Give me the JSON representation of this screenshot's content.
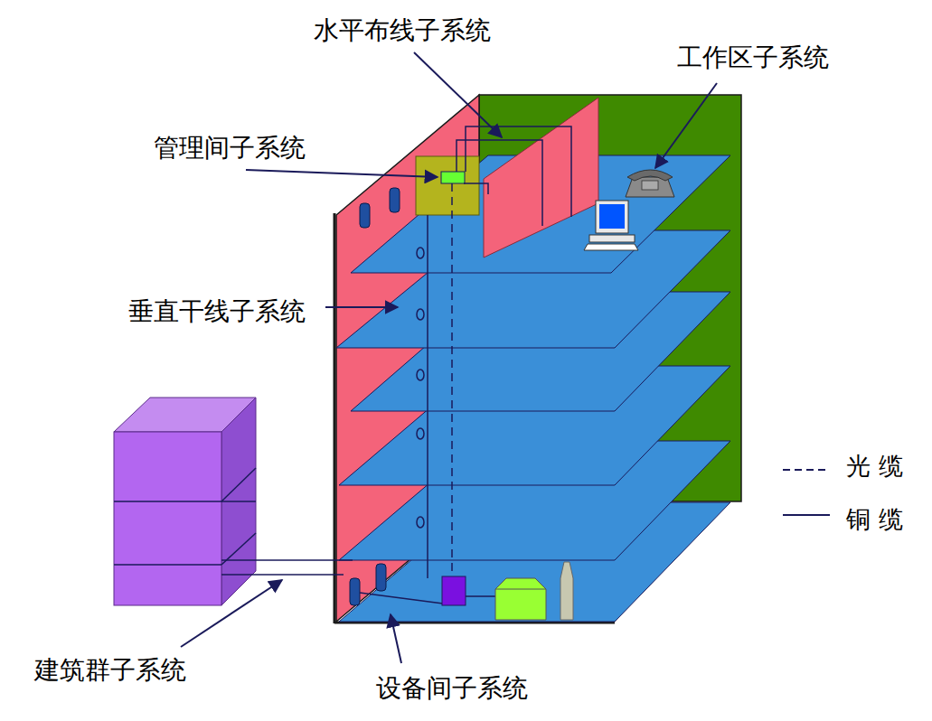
{
  "diagram": {
    "labels": [
      "水平布线子系统",
      "工作区子系统",
      "管理间子系统",
      "垂直干线子系统",
      "建筑群子系统",
      "设备间子系统"
    ],
    "legend": [
      {
        "text": "光缆"
      },
      {
        "text": "铜缆"
      }
    ]
  }
}
